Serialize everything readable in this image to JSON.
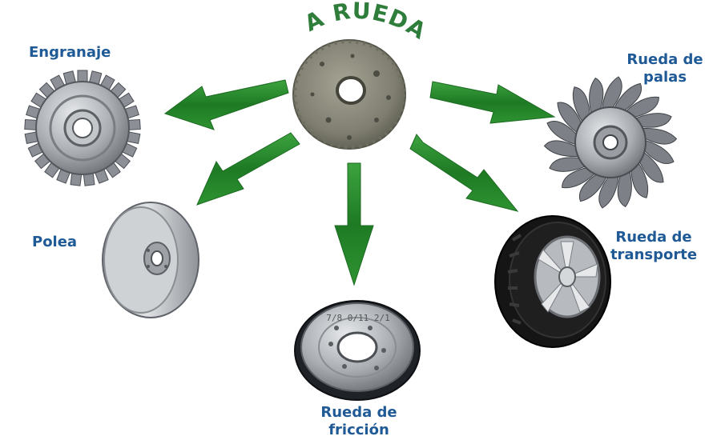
{
  "title": "LA RUEDA",
  "labels": {
    "gear": "Engranaje",
    "paddle_line1": "Rueda de",
    "paddle_line2": "palas",
    "pulley": "Polea",
    "transport_line1": "Rueda de",
    "transport_line2": "transporte",
    "friction_line1": "Rueda de",
    "friction_line2": "fricción",
    "friction_wheel_engraving": "7/8 0/11 2/1"
  },
  "colors": {
    "label": "#1f5a96",
    "title": "#2f7d3a",
    "arrow": "#2f8a32",
    "arrow_dark": "#1f6a22",
    "stone": "#8a8a7a",
    "metal": "#b8bcc0",
    "tire": "#1a1a1a"
  },
  "icons": {
    "center": "stone-wheel-icon",
    "gear": "gear-icon",
    "paddle": "paddle-wheel-icon",
    "pulley": "pulley-icon",
    "tire": "tire-icon",
    "friction": "friction-wheel-icon"
  }
}
